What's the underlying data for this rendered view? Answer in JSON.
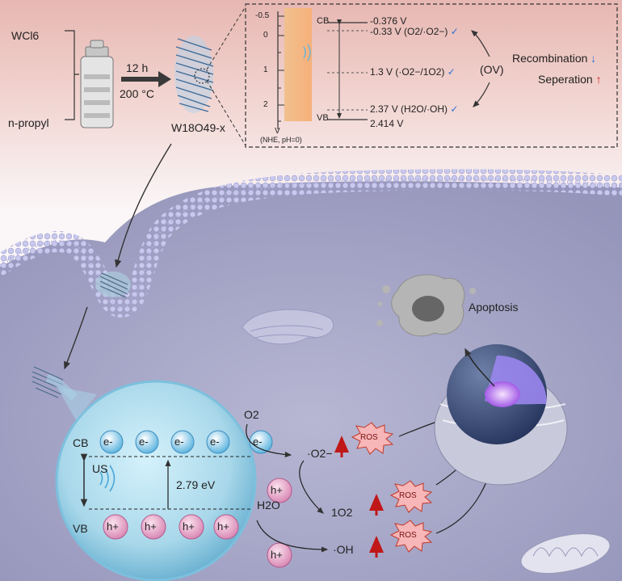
{
  "synthesis": {
    "reagent_1": "WCl6",
    "reagent_2": "n-propyl",
    "time": "12 h",
    "temperature": "200 °C",
    "product": "W18O49-x"
  },
  "energy_panel": {
    "axis_ticks": [
      "-0.5",
      "0",
      "1",
      "2",
      "V"
    ],
    "axis_caption": "(NHE, pH=0)",
    "cb_label": "CB",
    "vb_label": "VB",
    "cb_value": "-0.376 V",
    "vb_value": "2.414 V",
    "levels": [
      {
        "text": "-0.33 V (O2/·O2−)",
        "check": "✓"
      },
      {
        "text": "1.3 V (·O2−/1O2)",
        "check": "✓"
      },
      {
        "text": "2.37 V (H2O/·OH)",
        "check": "✓"
      }
    ],
    "ov_label": "(OV)",
    "recombination_label": "Recombination",
    "recombination_arrow": "↓",
    "separation_label": "Seperation",
    "separation_arrow": "↑",
    "colors": {
      "check": "#2f6fd6",
      "down_arrow": "#2f6fd6",
      "up_arrow": "#d32020"
    }
  },
  "cell": {
    "apoptosis_label": "Apoptosis"
  },
  "band_scheme": {
    "cb_label": "CB",
    "vb_label": "VB",
    "us_label": "US",
    "gap_label": "2.79 eV",
    "electron_label": "e-",
    "hole_label": "h+"
  },
  "reactions": {
    "o2": "O2",
    "h2o": "H2O",
    "superoxide": "·O2−",
    "singlet_oxygen": "1O2",
    "hydroxyl": "·OH",
    "ros_label": "ROS",
    "electron_label": "e-",
    "hole_label": "h+"
  }
}
